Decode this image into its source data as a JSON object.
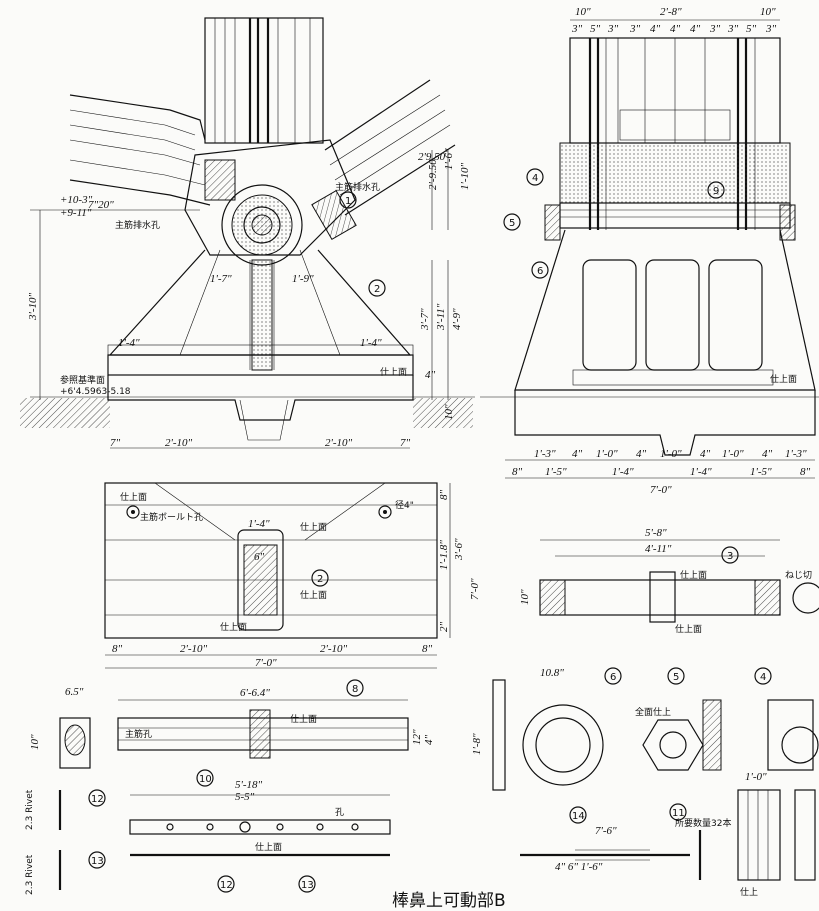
{
  "caption": "棒鼻上可動部B",
  "dimensions_left": {
    "top_29_50": "2'9.50",
    "d1_6": "1'-6\"",
    "d1_10": "1'-10\"",
    "d2_9_50": "2'-9.50",
    "plus10_3": "+10-3\"",
    "plus9_11": "+9-11\"",
    "d3_10": "3'-10\"",
    "d1_7": "1'-7\"",
    "d1_9": "1'-9\"",
    "d3_7": "3'-7\"",
    "d3_11": "3'-11\"",
    "d4_9": "4'-9\"",
    "d1_4a": "1'-4\"",
    "d1_4b": "1'-4\"",
    "d2_10a": "2'-10\"",
    "d2_10b": "2'-10\"",
    "d7a": "7\"",
    "d7b": "7\"",
    "d4": "4\"",
    "d10": "10\"",
    "ln_label": "7\"20\"",
    "note_drain1": "主筋排水孔",
    "note_drain2": "主筋排水孔",
    "note_finish": "仕上面",
    "note_base": "参照基準面",
    "note_elev": "+6'4.5963-5.18"
  },
  "dimensions_right": {
    "top_10a": "10\"",
    "top_2_8": "2'-8\"",
    "top_10b": "10\"",
    "row": [
      "3\"",
      "5\"",
      "3\"",
      "3\"",
      "4\"",
      "4\"",
      "4\"",
      "3\"",
      "3\"",
      "5\"",
      "3\""
    ],
    "bot_row1": [
      "1'-3\"",
      "4\"",
      "1'-0\"",
      "4\"",
      "1'-0\"",
      "4\"",
      "1'-0\"",
      "4\"",
      "1'-3\""
    ],
    "bot_row2": [
      "8\"",
      "1'-5\"",
      "1'-4\"",
      "1'-4\"",
      "1'-5\"",
      "8\""
    ],
    "total": "7'-0\"",
    "note_finish": "仕上面"
  },
  "plan_view": {
    "d1_4": "1'-4\"",
    "d6": "6\"",
    "d2_10a": "2'-10\"",
    "d2_10b": "2'-10\"",
    "d8a": "8\"",
    "d8b": "8\"",
    "total": "7'-0\"",
    "side_8": "8\"",
    "side_1_18": "1'-1.8\"",
    "side_3_6": "3'-6\"",
    "side_7": "7'-0\"",
    "side_2": "2\"",
    "note_bolt": "主筋ボールト孔",
    "note_finish1": "仕上面",
    "note_finish2": "仕上面",
    "note_finish3": "仕上面",
    "note_finish4": "仕上面",
    "note_dia": "径4\""
  },
  "pin": {
    "total": "5'-8\"",
    "inner": "4'-11\"",
    "d10": "10\"",
    "note_finish1": "仕上面",
    "note_finish2": "仕上面",
    "note_thread": "ねじ切"
  },
  "bar8": {
    "total": "6'-6.4\"",
    "d65": "6.5\"",
    "d10": "10\"",
    "d12": "12\"",
    "d4": "4\"",
    "note_finish": "仕上面",
    "note_hole": "主筋孔"
  },
  "bar10": {
    "d5_18": "5'-18\"",
    "d5_5": "5-5\"",
    "note_finish": "仕上面",
    "note_hole": "孔"
  },
  "parts": {
    "nut_note": "全面仕上",
    "d108": "10.8\"",
    "d1_8": "1'-8\"",
    "rivet_note": "所要数量32本",
    "p14_len": "7'-6\"",
    "p14_sub": "4\" 6\" 1'-6\"",
    "p11_d1_0": "1'-0\"",
    "p11_note": "仕上",
    "side12": "2.3 Rivet",
    "side13": "2.3 Rivet"
  },
  "callouts": [
    "1",
    "2",
    "3",
    "4",
    "5",
    "6",
    "8",
    "9",
    "10",
    "11",
    "12",
    "13",
    "14"
  ]
}
